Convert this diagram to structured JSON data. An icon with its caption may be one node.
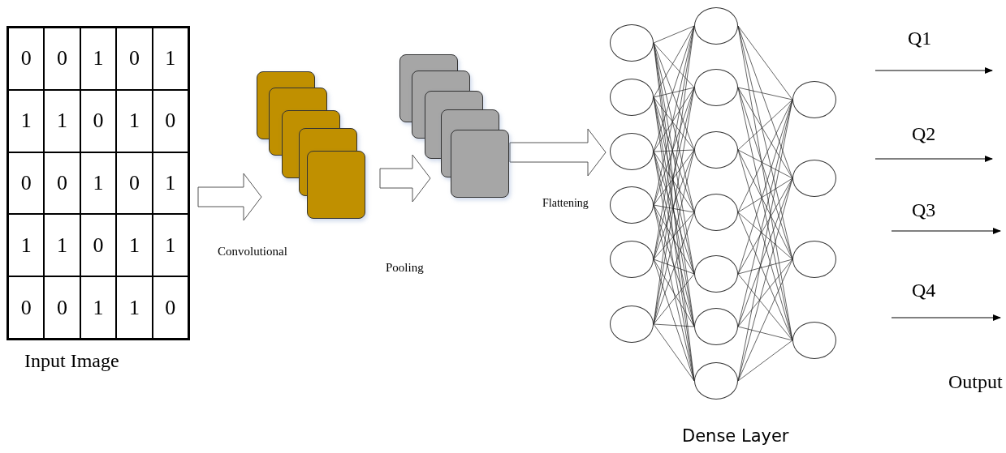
{
  "diagram": {
    "nodes": [
      {
        "text": [],
        "shape": "box",
        "beside": [
          "Input Image"
        ]
      },
      {
        "text": [],
        "shape": "box",
        "beside": [
          "Convolutional"
        ]
      },
      {
        "text": [],
        "shape": "box"
      },
      {
        "text": [],
        "shape": "circle"
      },
      {
        "text": [],
        "shape": "circle"
      },
      {
        "text": [],
        "shape": "circle"
      },
      {
        "text": [],
        "shape": "circle"
      },
      {
        "text": [],
        "shape": "circle"
      },
      {
        "text": [],
        "shape": "circle"
      },
      {
        "text": [],
        "shape": "circle"
      },
      {
        "text": [],
        "shape": "circle"
      },
      {
        "text": [],
        "shape": "circle"
      },
      {
        "text": [],
        "shape": "circle"
      },
      {
        "text": [],
        "shape": "circle"
      },
      {
        "text": [],
        "shape": "circle"
      },
      {
        "text": [],
        "shape": "circle"
      },
      {
        "text": [],
        "shape": "circle"
      },
      {
        "text": [],
        "shape": "circle"
      },
      {
        "text": [],
        "shape": "circle"
      },
      {
        "text": [],
        "shape": "circle"
      }
    ],
    "edges": [
      {
        "from": 0,
        "to": 1,
        "arrow": "to"
      },
      {
        "from": 1,
        "to": 2,
        "arrow": "to"
      },
      {
        "from": 2,
        "to": null,
        "arrow": "to",
        "label": "Flattening"
      },
      {
        "from": 3,
        "to": 9,
        "arrow": "none"
      },
      {
        "from": 3,
        "to": 10,
        "arrow": "none"
      },
      {
        "from": 3,
        "to": 11,
        "arrow": "none"
      },
      {
        "from": 3,
        "to": 12,
        "arrow": "none"
      },
      {
        "from": 3,
        "to": 13,
        "arrow": "none"
      },
      {
        "from": 3,
        "to": 14,
        "arrow": "none"
      },
      {
        "from": 3,
        "to": 15,
        "arrow": "none"
      },
      {
        "from": 4,
        "to": 9,
        "arrow": "none"
      },
      {
        "from": 4,
        "to": 10,
        "arrow": "none"
      },
      {
        "from": 4,
        "to": 11,
        "arrow": "none"
      },
      {
        "from": 4,
        "to": 12,
        "arrow": "none"
      },
      {
        "from": 4,
        "to": 13,
        "arrow": "none"
      },
      {
        "from": 4,
        "to": 14,
        "arrow": "none"
      },
      {
        "from": 4,
        "to": 15,
        "arrow": "none"
      },
      {
        "from": 5,
        "to": 9,
        "arrow": "none"
      },
      {
        "from": 5,
        "to": 10,
        "arrow": "none"
      },
      {
        "from": 5,
        "to": 11,
        "arrow": "none"
      },
      {
        "from": 5,
        "to": 12,
        "arrow": "none"
      },
      {
        "from": 5,
        "to": 13,
        "arrow": "none"
      },
      {
        "from": 5,
        "to": 14,
        "arrow": "none"
      },
      {
        "from": 5,
        "to": 15,
        "arrow": "none"
      },
      {
        "from": 6,
        "to": 9,
        "arrow": "none"
      },
      {
        "from": 6,
        "to": 10,
        "arrow": "none"
      },
      {
        "from": 6,
        "to": 11,
        "arrow": "none"
      },
      {
        "from": 6,
        "to": 12,
        "arrow": "none"
      },
      {
        "from": 6,
        "to": 13,
        "arrow": "none"
      },
      {
        "from": 6,
        "to": 14,
        "arrow": "none"
      },
      {
        "from": 6,
        "to": 15,
        "arrow": "none"
      },
      {
        "from": 7,
        "to": 9,
        "arrow": "none"
      },
      {
        "from": 7,
        "to": 10,
        "arrow": "none"
      },
      {
        "from": 7,
        "to": 11,
        "arrow": "none"
      },
      {
        "from": 7,
        "to": 12,
        "arrow": "none"
      },
      {
        "from": 7,
        "to": 13,
        "arrow": "none"
      },
      {
        "from": 7,
        "to": 14,
        "arrow": "none"
      },
      {
        "from": 7,
        "to": 15,
        "arrow": "none"
      },
      {
        "from": 8,
        "to": 9,
        "arrow": "none"
      },
      {
        "from": 8,
        "to": 10,
        "arrow": "none"
      },
      {
        "from": 8,
        "to": 11,
        "arrow": "none"
      },
      {
        "from": 8,
        "to": 12,
        "arrow": "none"
      },
      {
        "from": 8,
        "to": 13,
        "arrow": "none"
      },
      {
        "from": 8,
        "to": 14,
        "arrow": "none"
      },
      {
        "from": 8,
        "to": 15,
        "arrow": "none"
      },
      {
        "from": 9,
        "to": 16,
        "arrow": "none"
      },
      {
        "from": 9,
        "to": 17,
        "arrow": "none"
      },
      {
        "from": 9,
        "to": 18,
        "arrow": "none"
      },
      {
        "from": 9,
        "to": 19,
        "arrow": "none"
      },
      {
        "from": 10,
        "to": 16,
        "arrow": "none"
      },
      {
        "from": 10,
        "to": 17,
        "arrow": "none"
      },
      {
        "from": 10,
        "to": 18,
        "arrow": "none"
      },
      {
        "from": 10,
        "to": 19,
        "arrow": "none"
      },
      {
        "from": 11,
        "to": 16,
        "arrow": "none"
      },
      {
        "from": 11,
        "to": 17,
        "arrow": "none"
      },
      {
        "from": 11,
        "to": 18,
        "arrow": "none"
      },
      {
        "from": 11,
        "to": 19,
        "arrow": "none"
      },
      {
        "from": 12,
        "to": 16,
        "arrow": "none"
      },
      {
        "from": 12,
        "to": 17,
        "arrow": "none"
      },
      {
        "from": 12,
        "to": 18,
        "arrow": "none"
      },
      {
        "from": 12,
        "to": 19,
        "arrow": "none"
      },
      {
        "from": 13,
        "to": 16,
        "arrow": "none"
      },
      {
        "from": 13,
        "to": 17,
        "arrow": "none"
      },
      {
        "from": 13,
        "to": 18,
        "arrow": "none"
      },
      {
        "from": 13,
        "to": 19,
        "arrow": "none"
      },
      {
        "from": 14,
        "to": 16,
        "arrow": "none"
      },
      {
        "from": 14,
        "to": 17,
        "arrow": "none"
      },
      {
        "from": 14,
        "to": 18,
        "arrow": "none"
      },
      {
        "from": 14,
        "to": 19,
        "arrow": "none"
      },
      {
        "from": 15,
        "to": 16,
        "arrow": "none"
      },
      {
        "from": 15,
        "to": 17,
        "arrow": "none"
      },
      {
        "from": 15,
        "to": 18,
        "arrow": "none"
      },
      {
        "from": 15,
        "to": 19,
        "arrow": "none"
      }
    ],
    "labels": [
      "0",
      "0",
      "1",
      "0",
      "1",
      "1",
      "1",
      "0",
      "1",
      "0",
      "0",
      "0",
      "1",
      "0",
      "1",
      "1",
      "1",
      "0",
      "1",
      "1",
      "0",
      "0",
      "1",
      "1",
      "0",
      "Q1",
      "Q2",
      "Q3",
      "Q4",
      "Output",
      "Dense Layer",
      "Pooling"
    ]
  }
}
